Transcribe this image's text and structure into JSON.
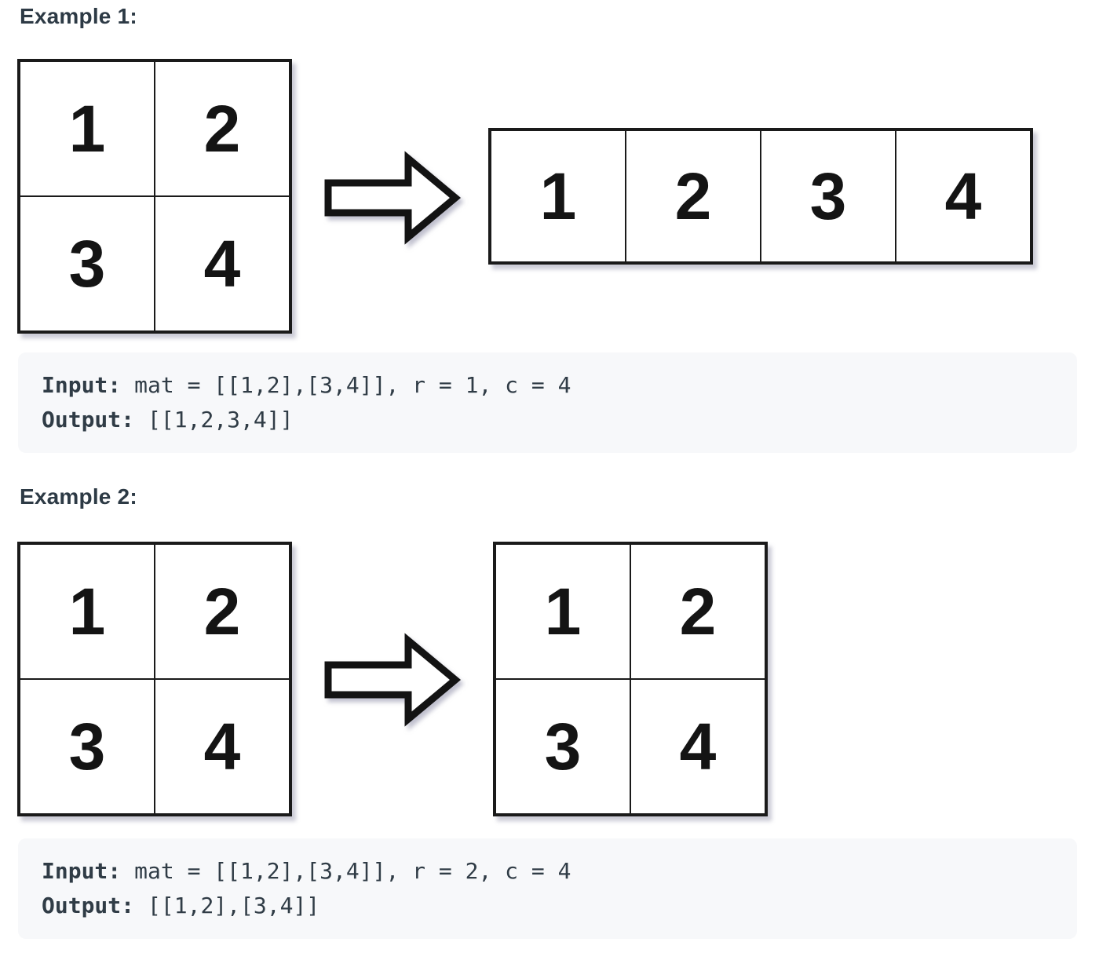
{
  "colors": {
    "heading": "#2d3a45",
    "text": "#303c46",
    "border": "#1a1a1a",
    "code_bg": "#f7f8fa",
    "cell_fill": "#ffffff"
  },
  "icons": {
    "arrow": "right-block-arrow"
  },
  "example1": {
    "title": "Example 1:",
    "input_matrix": [
      [
        1,
        2
      ],
      [
        3,
        4
      ]
    ],
    "output_matrix": [
      [
        1,
        2,
        3,
        4
      ]
    ],
    "io": {
      "input_label": "Input:",
      "input_value": "mat = [[1,2],[3,4]], r = 1, c = 4",
      "output_label": "Output:",
      "output_value": "[[1,2,3,4]]"
    }
  },
  "example2": {
    "title": "Example 2:",
    "input_matrix": [
      [
        1,
        2
      ],
      [
        3,
        4
      ]
    ],
    "output_matrix": [
      [
        1,
        2
      ],
      [
        3,
        4
      ]
    ],
    "io": {
      "input_label": "Input:",
      "input_value": "mat = [[1,2],[3,4]], r = 2, c = 4",
      "output_label": "Output:",
      "output_value": "[[1,2],[3,4]]"
    }
  }
}
